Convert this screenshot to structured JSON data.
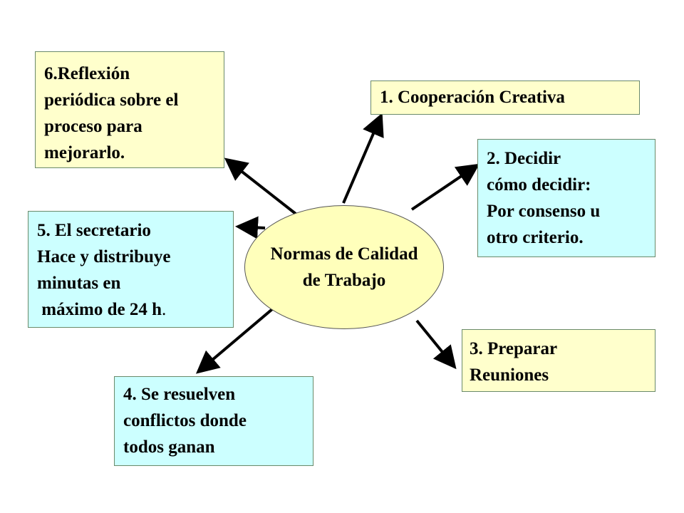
{
  "center": {
    "line1": "Normas de Calidad",
    "line2": "de Trabajo"
  },
  "boxes": {
    "b6": {
      "lines": [
        "6.Reflexión",
        "periódica sobre el",
        "proceso para",
        "mejorarlo."
      ]
    },
    "b1": {
      "lines": [
        "1. Cooperación Creativa"
      ]
    },
    "b2": {
      "lines": [
        "2. Decidir",
        "cómo decidir:",
        "Por consenso u",
        "otro criterio."
      ]
    },
    "b5": {
      "lines": [
        "5. El secretario",
        "Hace y distribuye",
        "minutas en",
        " máximo de 24 h",
        "."
      ]
    },
    "b3": {
      "lines": [
        "3. Preparar",
        "Reuniones"
      ]
    },
    "b4": {
      "lines": [
        "4. Se resuelven",
        "conflictos donde",
        "todos ganan"
      ]
    }
  },
  "colors": {
    "yellow_fill": "#ffffcc",
    "cyan_fill": "#ccffff",
    "ellipse_fill": "#ffffbb",
    "arrow": "#000000"
  }
}
